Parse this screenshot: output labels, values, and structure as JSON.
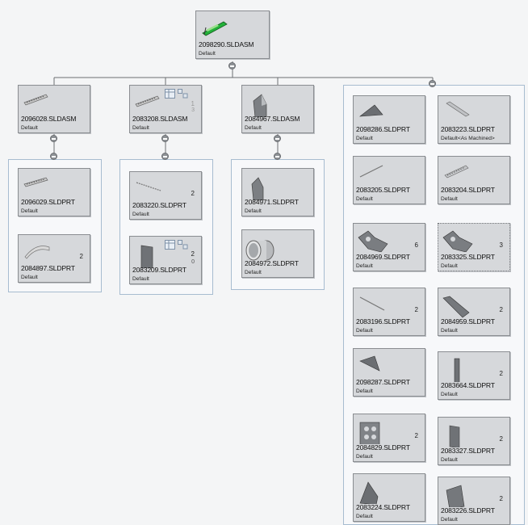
{
  "root": {
    "name": "2098290.SLDASM",
    "config": "Default"
  },
  "sub1": {
    "name": "2096028.SLDASM",
    "config": "Default",
    "children": [
      {
        "name": "2096029.SLDPRT",
        "config": "Default"
      },
      {
        "name": "2084897.SLDPRT",
        "config": "Default",
        "qty": "2"
      }
    ]
  },
  "sub2": {
    "name": "2083208.SLDASM",
    "config": "Default",
    "qty": "1",
    "qty2": "3",
    "children": [
      {
        "name": "2083220.SLDPRT",
        "config": "Default",
        "qty": "2"
      },
      {
        "name": "2083209.SLDPRT",
        "config": "Default",
        "qty": "2",
        "qty2": "0"
      }
    ]
  },
  "sub3": {
    "name": "2084967.SLDASM",
    "config": "Default",
    "children": [
      {
        "name": "2084971.SLDPRT",
        "config": "Default"
      },
      {
        "name": "2084972.SLDPRT",
        "config": "Default"
      }
    ]
  },
  "parts": [
    {
      "name": "2098286.SLDPRT",
      "config": "Default"
    },
    {
      "name": "2083223.SLDPRT",
      "config": "Default<As Machined>"
    },
    {
      "name": "2083205.SLDPRT",
      "config": "Default"
    },
    {
      "name": "2083204.SLDPRT",
      "config": "Default"
    },
    {
      "name": "2084969.SLDPRT",
      "config": "Default",
      "qty": "6"
    },
    {
      "name": "2083325.SLDPRT",
      "config": "Default",
      "qty": "3"
    },
    {
      "name": "2083196.SLDPRT",
      "config": "Default",
      "qty": "2"
    },
    {
      "name": "2084959.SLDPRT",
      "config": "Default",
      "qty": "2"
    },
    {
      "name": "2098287.SLDPRT",
      "config": "Default"
    },
    {
      "name": "2083664.SLDPRT",
      "config": "Default",
      "qty": "2"
    },
    {
      "name": "2084829.SLDPRT",
      "config": "Default",
      "qty": "2"
    },
    {
      "name": "2083327.SLDPRT",
      "config": "Default",
      "qty": "2"
    },
    {
      "name": "2083224.SLDPRT",
      "config": "Default"
    },
    {
      "name": "2083226.SLDPRT",
      "config": "Default",
      "qty": "2"
    }
  ]
}
